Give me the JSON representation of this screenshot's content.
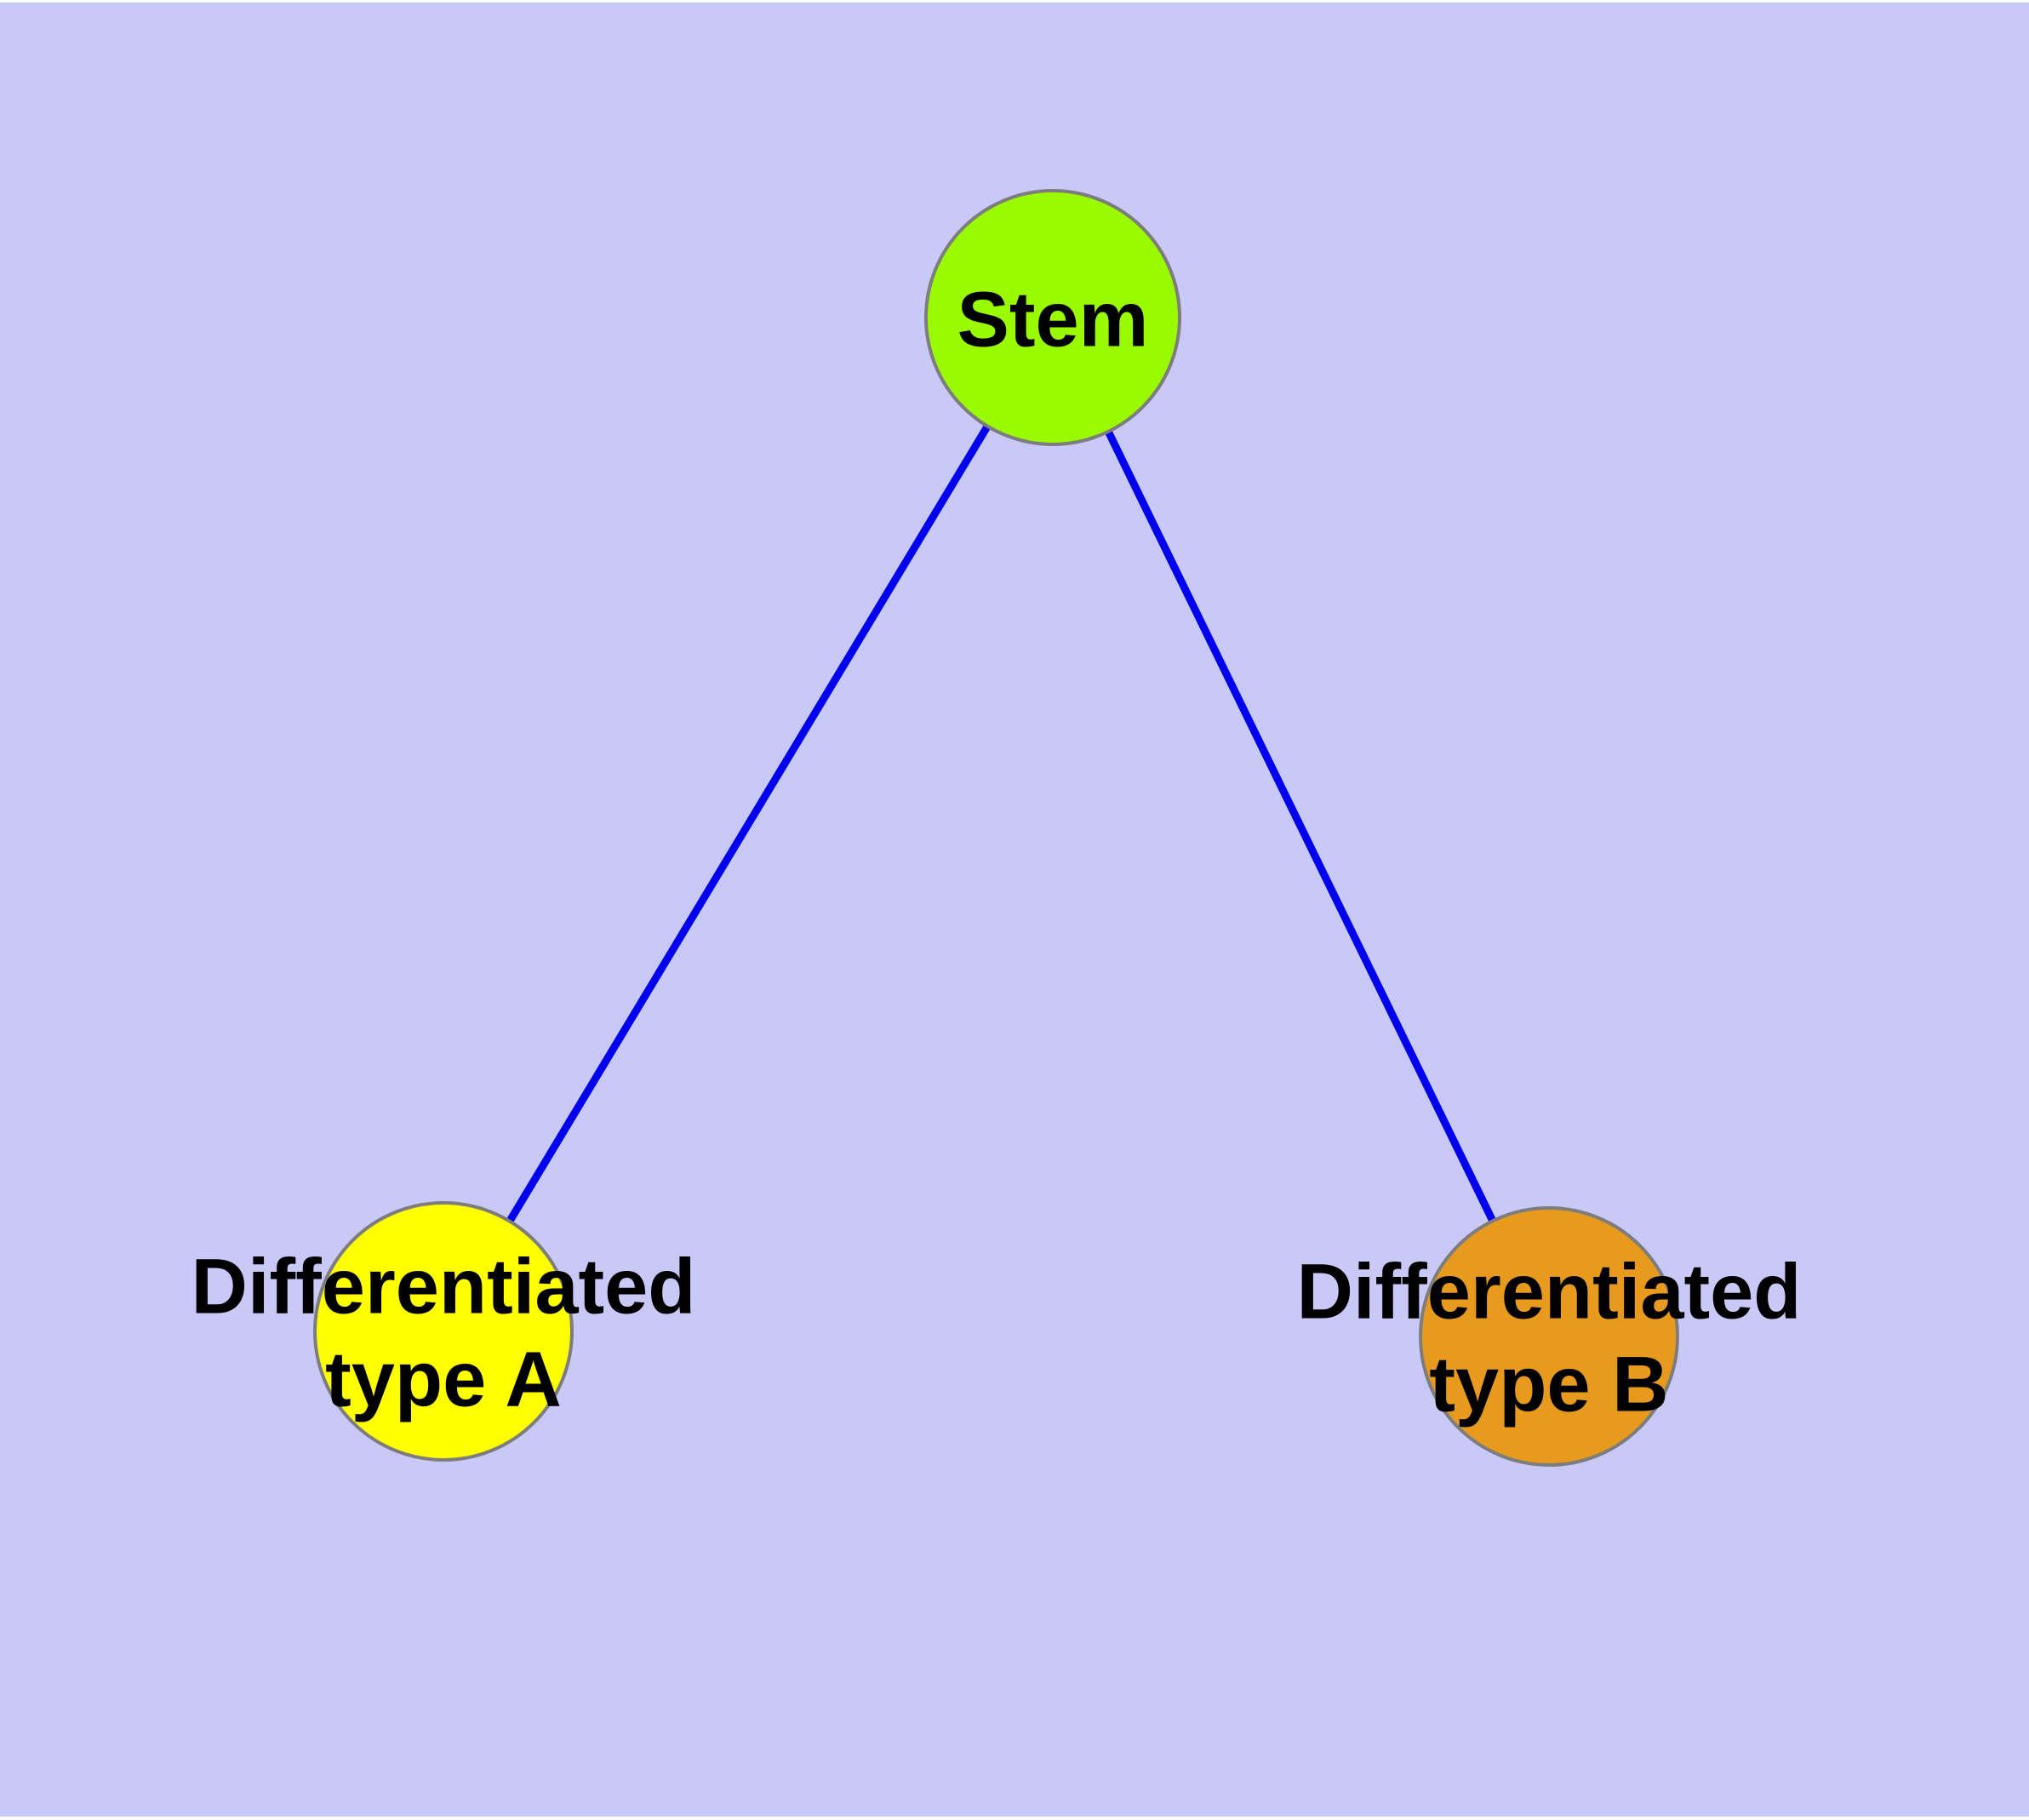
{
  "diagram": {
    "background_color": "#c9c9f8",
    "page_margin_color": "#ffffff",
    "edge_color": "#0000ee",
    "node_border_color": "#7d7d7d",
    "label_color": "#000000",
    "nodes": [
      {
        "id": "stem",
        "color": "#9afa00",
        "label_lines": [
          "Stem"
        ]
      },
      {
        "id": "differentiated-type-a",
        "color": "#ffff00",
        "label_lines": [
          "Differentiated",
          "type A"
        ]
      },
      {
        "id": "differentiated-type-b",
        "color": "#e79a1e",
        "label_lines": [
          "Differentiated",
          "type B"
        ]
      }
    ],
    "edges": [
      {
        "from": "stem",
        "to": "differentiated-type-a"
      },
      {
        "from": "stem",
        "to": "differentiated-type-b"
      }
    ]
  }
}
